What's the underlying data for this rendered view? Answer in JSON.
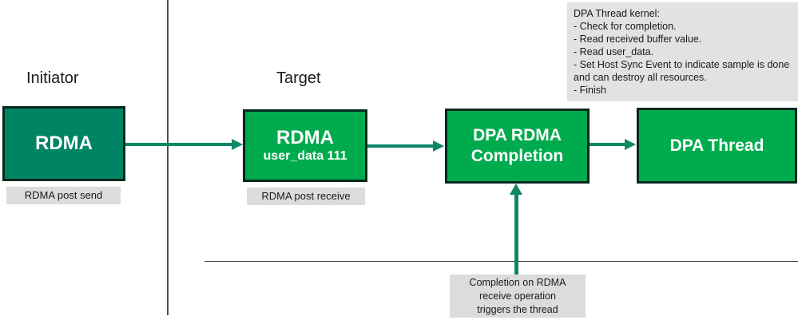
{
  "colors": {
    "bright_green": "#00AB4E",
    "dark_green": "#008564",
    "border_green": "#06281C",
    "arrow_teal": "#0E8766",
    "label_gray": "#DCDCDC",
    "note_gray": "#E2E2E2",
    "line_gray": "#4D4D4D",
    "text_dark": "#1A1A1A"
  },
  "sections": {
    "initiator": {
      "label": "Initiator"
    },
    "target": {
      "label": "Target"
    }
  },
  "nodes": {
    "initiator_rdma": {
      "title": "RDMA",
      "caption": "RDMA post send"
    },
    "target_rdma": {
      "title": "RDMA",
      "subtitle": "user_data 111",
      "caption": "RDMA post receive"
    },
    "dpa_rdma_completion": {
      "title": "DPA RDMA Completion"
    },
    "dpa_thread": {
      "title": "DPA Thread"
    }
  },
  "kernel_note": {
    "title": "DPA Thread kernel:",
    "items": [
      "- Check for completion.",
      "- Read received buffer value.",
      "- Read user_data.",
      "- Set Host Sync Event to indicate sample is done and can destroy all resources.",
      "- Finish"
    ]
  },
  "completion_note": {
    "lines": [
      "Completion on RDMA",
      "receive operation",
      "triggers the thread"
    ]
  }
}
